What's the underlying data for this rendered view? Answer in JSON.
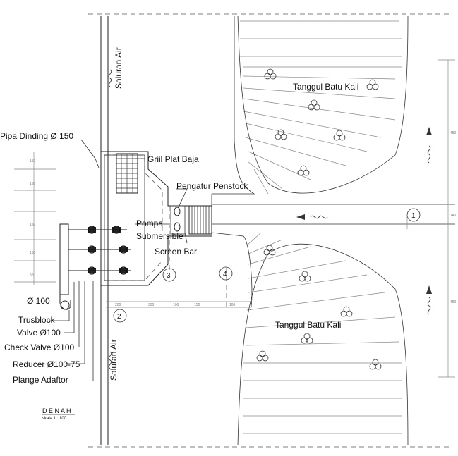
{
  "labels": {
    "saluran_air_top": "Saluran Air",
    "saluran_air_bottom": "Saluran Air",
    "tanggul_top": "Tanggul Batu Kali",
    "tanggul_bottom": "Tanggul Batu Kali",
    "pipa_dinding": "Pipa Dinding Ø 150",
    "griil": "Griil Plat Baja",
    "pengatur": "Pengatur Penstock",
    "pompa": "Pompa",
    "submersible": "Submersible",
    "screen_bar": "Screen Bar",
    "diameter": "Ø 100",
    "trusblock": "Trusblock",
    "valve": "Valve Ø100",
    "check_valve": "Check Valve Ø100",
    "reducer": "Reducer Ø100-75",
    "plange": "Plange Adaftor"
  },
  "markers": {
    "m1": "1",
    "m2": "2",
    "m3": "3",
    "m4": "4"
  },
  "title_block": {
    "title": "D E N A H",
    "scale": "skala  1 : 100"
  },
  "dimensions": {
    "bottom": [
      "200",
      "300",
      "100",
      "150",
      "100"
    ],
    "left": [
      "150",
      "150",
      "150",
      "150",
      "50"
    ],
    "right": [
      "450",
      "140",
      "450"
    ]
  }
}
